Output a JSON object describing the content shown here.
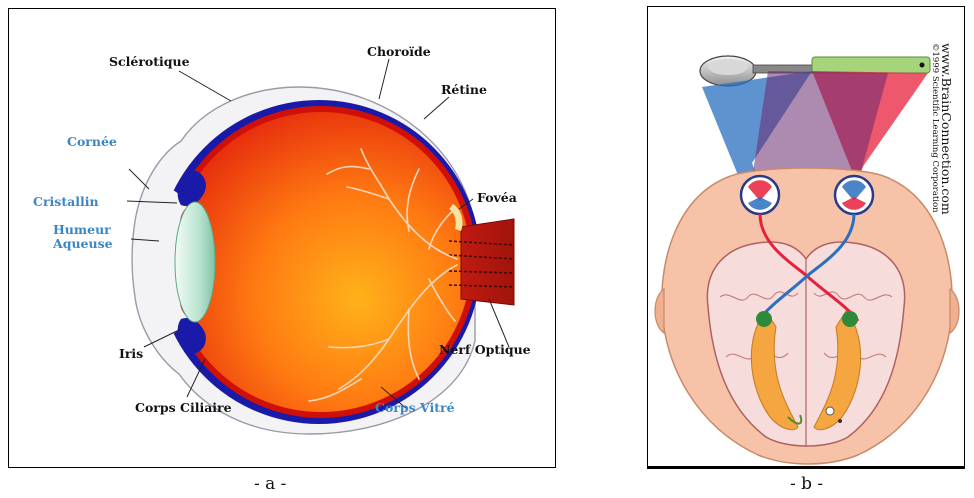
{
  "panel_a": {
    "labels": {
      "sclerotique": "Sclérotique",
      "choroide": "Choroïde",
      "retine": "Rétine",
      "cornee": "Cornée",
      "cristallin": "Cristallin",
      "humeur": "Humeur\nAqueuse",
      "fovea": "Fovéa",
      "iris": "Iris",
      "nerf": "Nerf Optique",
      "ciliaire": "Corps Ciliaire",
      "vitre": "Corps Vitré"
    },
    "caption": "- a -"
  },
  "panel_b": {
    "credit_site": "www.BrainConnection.com",
    "credit_copyright": "©1999 Scientific Learning Corporation",
    "caption": "- b -"
  },
  "colors": {
    "label_blue": "#3a86c6",
    "sclera_blue": "#1a1aa8",
    "eye_orange": "#ff7a12",
    "eye_red": "#e01a0c",
    "skin": "#f6c3a8",
    "visual_red": "#e8203c",
    "visual_blue": "#2a6fc0"
  }
}
